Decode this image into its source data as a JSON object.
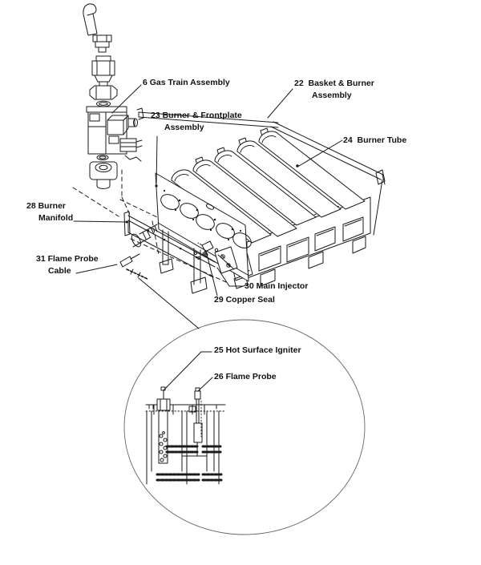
{
  "figure": {
    "kind": "exploded-parts-diagram",
    "colors": {
      "ink": "#1a1a1a",
      "background": "#ffffff",
      "detail_circle": "#666666"
    }
  },
  "parts": {
    "gas_train": {
      "number": "6",
      "line1": "6 Gas Train Assembly"
    },
    "basket_burner": {
      "number": "22",
      "line1": "22  Basket & Burner",
      "line2": "Assembly"
    },
    "burner_frontplate": {
      "number": "23",
      "line1": "23 Burner & Frontplate",
      "line2": "Assembly"
    },
    "burner_tube": {
      "number": "24",
      "line1": "24  Burner Tube"
    },
    "burner_manifold": {
      "number": "28",
      "line1": "28 Burner",
      "line2": "Manifold"
    },
    "flame_probe_cable": {
      "number": "31",
      "line1": "31 Flame Probe",
      "line2": "Cable"
    },
    "main_injector": {
      "number": "30",
      "line1": "30 Main Injector"
    },
    "copper_seal": {
      "number": "29",
      "line1": "29 Copper Seal"
    },
    "hot_surface_igniter①": {
      "number": "25",
      "line1": "25 Hot Surface Igniter"
    },
    "flame_probe": {
      "number": "26",
      "line1": "26 Flame Probe"
    }
  }
}
